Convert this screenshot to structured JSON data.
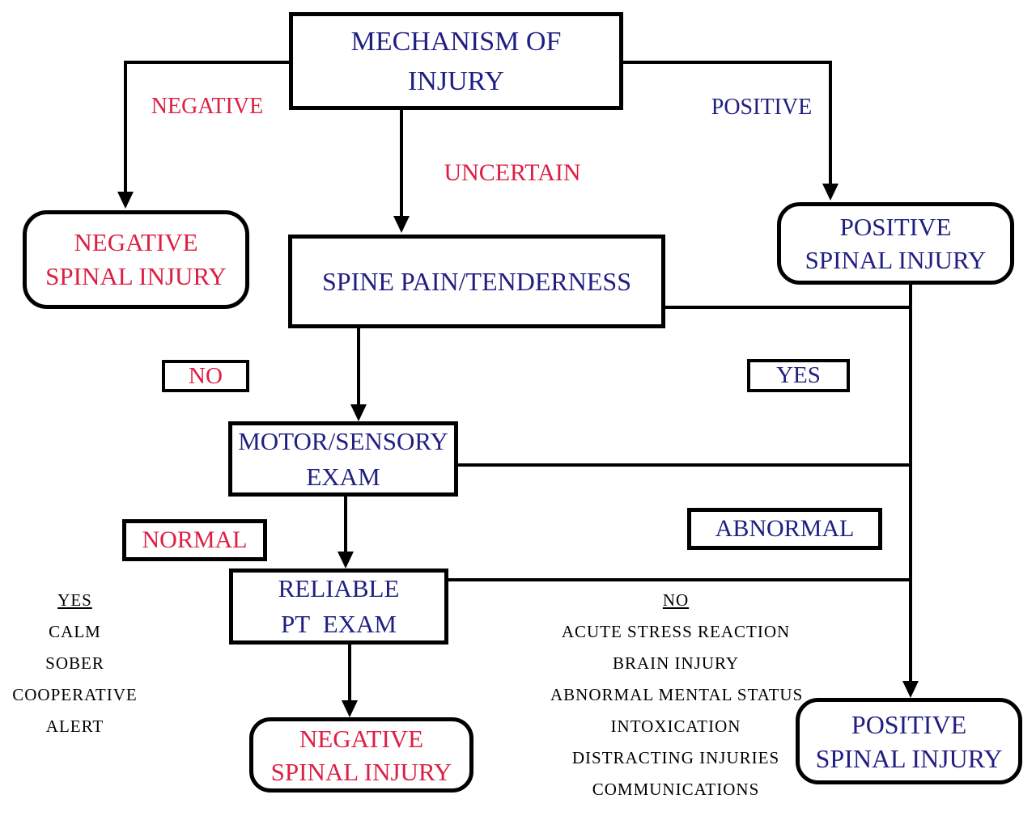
{
  "title": "Mechanism of Injury spinal assessment flowchart",
  "colors": {
    "navy": "#1f1f82",
    "red": "#dc1f43",
    "line": "#000000",
    "background": "#ffffff"
  },
  "nodes": {
    "mechanism": {
      "line1": "MECHANISM OF",
      "line2": "INJURY"
    },
    "negative_spinal_top": {
      "line1": "NEGATIVE",
      "line2": "SPINAL INJURY"
    },
    "positive_spinal_top": {
      "line1": "POSITIVE",
      "line2": "SPINAL INJURY"
    },
    "spine_pain": {
      "label": "SPINE PAIN/TENDERNESS"
    },
    "motor_sensory": {
      "line1": "MOTOR/SENSORY",
      "line2": "EXAM"
    },
    "reliable_pt": {
      "line1": "RELIABLE",
      "line2": "PT  EXAM"
    },
    "negative_spinal_bottom": {
      "line1": "NEGATIVE",
      "line2": "SPINAL INJURY"
    },
    "positive_spinal_bottom": {
      "line1": "POSITIVE",
      "line2": "SPINAL INJURY"
    }
  },
  "edge_labels": {
    "negative": "NEGATIVE",
    "positive": "POSITIVE",
    "uncertain": "UNCERTAIN",
    "no": "NO",
    "yes": "YES",
    "normal": "NORMAL",
    "abnormal": "ABNORMAL"
  },
  "lists": {
    "reliable_yes": {
      "header": "YES",
      "items": [
        "CALM",
        "SOBER",
        "COOPERATIVE",
        "ALERT"
      ]
    },
    "reliable_no": {
      "header": "NO",
      "items": [
        "ACUTE STRESS REACTION",
        "BRAIN INJURY",
        "ABNORMAL MENTAL STATUS",
        "INTOXICATION",
        "DISTRACTING INJURIES",
        "COMMUNICATIONS"
      ]
    }
  }
}
